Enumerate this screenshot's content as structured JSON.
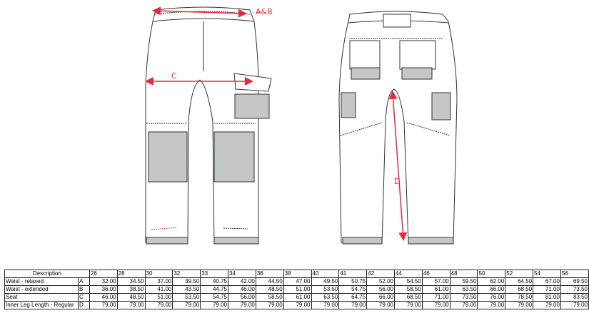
{
  "labels": {
    "waist": "A&B",
    "seat": "C",
    "inner_leg": "D"
  },
  "colors": {
    "measure": "#e8283c",
    "panel": "#c4c6c8"
  },
  "table": {
    "description_header": "Description",
    "sizes": [
      "26",
      "28",
      "30",
      "32",
      "33",
      "34",
      "36",
      "38",
      "40",
      "41",
      "42",
      "44",
      "46",
      "48",
      "50",
      "52",
      "54",
      "56"
    ],
    "rows": [
      {
        "label": "Waist - relaxed",
        "code": "A",
        "values": [
          "32.00",
          "34.50",
          "37.00",
          "39.50",
          "40.75",
          "42.00",
          "44.50",
          "47.00",
          "49.50",
          "50.75",
          "52.00",
          "54.50",
          "57.00",
          "59.50",
          "62.00",
          "64.50",
          "67.00",
          "69.50"
        ]
      },
      {
        "label": "Waist - extended",
        "code": "B",
        "values": [
          "36.00",
          "38.50",
          "41.00",
          "43.50",
          "44.75",
          "46.00",
          "48.50",
          "51.00",
          "53.50",
          "54.75",
          "56.00",
          "58.50",
          "61.00",
          "63.50",
          "66.00",
          "68.50",
          "71.00",
          "73.50"
        ]
      },
      {
        "label": "Seat",
        "code": "C",
        "values": [
          "46.00",
          "48.50",
          "51.00",
          "53.50",
          "54.75",
          "56.00",
          "58.50",
          "61.00",
          "63.50",
          "64.75",
          "66.00",
          "68.50",
          "71.00",
          "73.50",
          "76.00",
          "78.50",
          "81.00",
          "83.50"
        ]
      },
      {
        "label": "Inner Leg Length - Regular",
        "code": "D",
        "values": [
          "79.00",
          "79.00",
          "79.00",
          "79.00",
          "79.00",
          "79.00",
          "79.00",
          "79.00",
          "79.00",
          "79.00",
          "79.00",
          "79.00",
          "79.00",
          "79.00",
          "79.00",
          "79.00",
          "79.00",
          "79.00"
        ]
      }
    ]
  }
}
